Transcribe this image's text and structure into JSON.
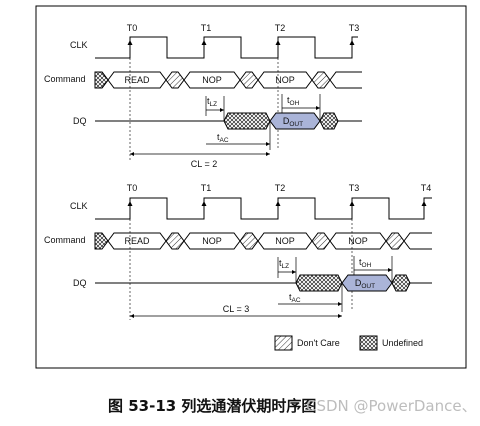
{
  "diagram1": {
    "signals": {
      "clk": "CLK",
      "command": "Command",
      "dq": "DQ"
    },
    "ticks": [
      "T0",
      "T1",
      "T2",
      "T3"
    ],
    "commands": [
      "READ",
      "NOP",
      "NOP"
    ],
    "dout": {
      "main": "D",
      "sub": "OUT"
    },
    "timing": {
      "tlz": {
        "main": "t",
        "sub": "LZ"
      },
      "toh": {
        "main": "t",
        "sub": "OH"
      },
      "tac": {
        "main": "t",
        "sub": "AC"
      }
    },
    "cl_label": "CL = 2"
  },
  "diagram2": {
    "signals": {
      "clk": "CLK",
      "command": "Command",
      "dq": "DQ"
    },
    "ticks": [
      "T0",
      "T1",
      "T2",
      "T3",
      "T4"
    ],
    "commands": [
      "READ",
      "NOP",
      "NOP",
      "NOP"
    ],
    "dout": {
      "main": "D",
      "sub": "OUT"
    },
    "timing": {
      "tlz": {
        "main": "t",
        "sub": "LZ"
      },
      "toh": {
        "main": "t",
        "sub": "OH"
      },
      "tac": {
        "main": "t",
        "sub": "AC"
      }
    },
    "cl_label": "CL = 3"
  },
  "legend": {
    "dont_care": "Don't Care",
    "undefined": "Undefined"
  },
  "caption": "图 53-13  列选通潜伏期时序图",
  "watermark": "CSDN @PowerDance、",
  "colors": {
    "dout_fill": "#aab4d8",
    "frame": "#000000",
    "line": "#000000"
  }
}
